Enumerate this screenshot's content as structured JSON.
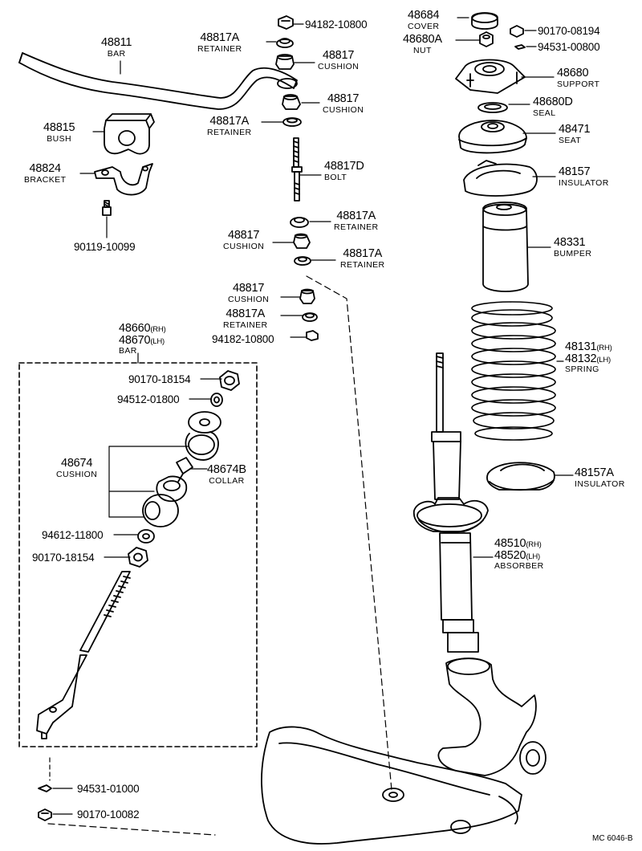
{
  "parts": {
    "p48811": {
      "number": "48811",
      "name": "BAR"
    },
    "p48815": {
      "number": "48815",
      "name": "BUSH"
    },
    "p48824": {
      "number": "48824",
      "name": "BRACKET"
    },
    "p90119": {
      "number": "90119-10099"
    },
    "p94182_top": {
      "number": "94182-10800"
    },
    "p48817A_1": {
      "number": "48817A",
      "name": "RETAINER"
    },
    "p48817_1": {
      "number": "48817",
      "name": "CUSHION"
    },
    "p48817_2": {
      "number": "48817",
      "name": "CUSHION"
    },
    "p48817A_2": {
      "number": "48817A",
      "name": "RETAINER"
    },
    "p48817D": {
      "number": "48817D",
      "name": "BOLT"
    },
    "p48817A_3": {
      "number": "48817A",
      "name": "RETAINER"
    },
    "p48817_3": {
      "number": "48817",
      "name": "CUSHION"
    },
    "p48817A_4": {
      "number": "48817A",
      "name": "RETAINER"
    },
    "p48817_4": {
      "number": "48817",
      "name": "CUSHION"
    },
    "p48817A_5": {
      "number": "48817A",
      "name": "RETAINER"
    },
    "p94182_bot": {
      "number": "94182-10800"
    },
    "p48660": {
      "number_rh": "48660",
      "suffix_rh": "(RH)",
      "number_lh": "48670",
      "suffix_lh": "(LH)",
      "name": "BAR"
    },
    "p90170_18154_a": {
      "number": "90170-18154"
    },
    "p94512": {
      "number": "94512-01800"
    },
    "p48674": {
      "number": "48674",
      "name": "CUSHION"
    },
    "p48674B": {
      "number": "48674B",
      "name": "COLLAR"
    },
    "p94612": {
      "number": "94612-11800"
    },
    "p90170_18154_b": {
      "number": "90170-18154"
    },
    "p94531_01000": {
      "number": "94531-01000"
    },
    "p90170_10082": {
      "number": "90170-10082"
    },
    "p48684": {
      "number": "48684",
      "name": "COVER"
    },
    "p48680A": {
      "number": "48680A",
      "name": "NUT"
    },
    "p90170_08194": {
      "number": "90170-08194"
    },
    "p94531_00800": {
      "number": "94531-00800"
    },
    "p48680": {
      "number": "48680",
      "name": "SUPPORT"
    },
    "p48680D": {
      "number": "48680D",
      "name": "SEAL"
    },
    "p48471": {
      "number": "48471",
      "name": "SEAT"
    },
    "p48157": {
      "number": "48157",
      "name": "INSULATOR"
    },
    "p48331": {
      "number": "48331",
      "name": "BUMPER"
    },
    "p48131": {
      "number_rh": "48131",
      "suffix_rh": "(RH)",
      "number_lh": "48132",
      "suffix_lh": "(LH)",
      "name": "SPRING"
    },
    "p48157A": {
      "number": "48157A",
      "name": "INSULATOR"
    },
    "p48510": {
      "number_rh": "48510",
      "suffix_rh": "(RH)",
      "number_lh": "48520",
      "suffix_lh": "(LH)",
      "name": "ABSORBER"
    }
  },
  "drawing_code": "MC 6046-B"
}
